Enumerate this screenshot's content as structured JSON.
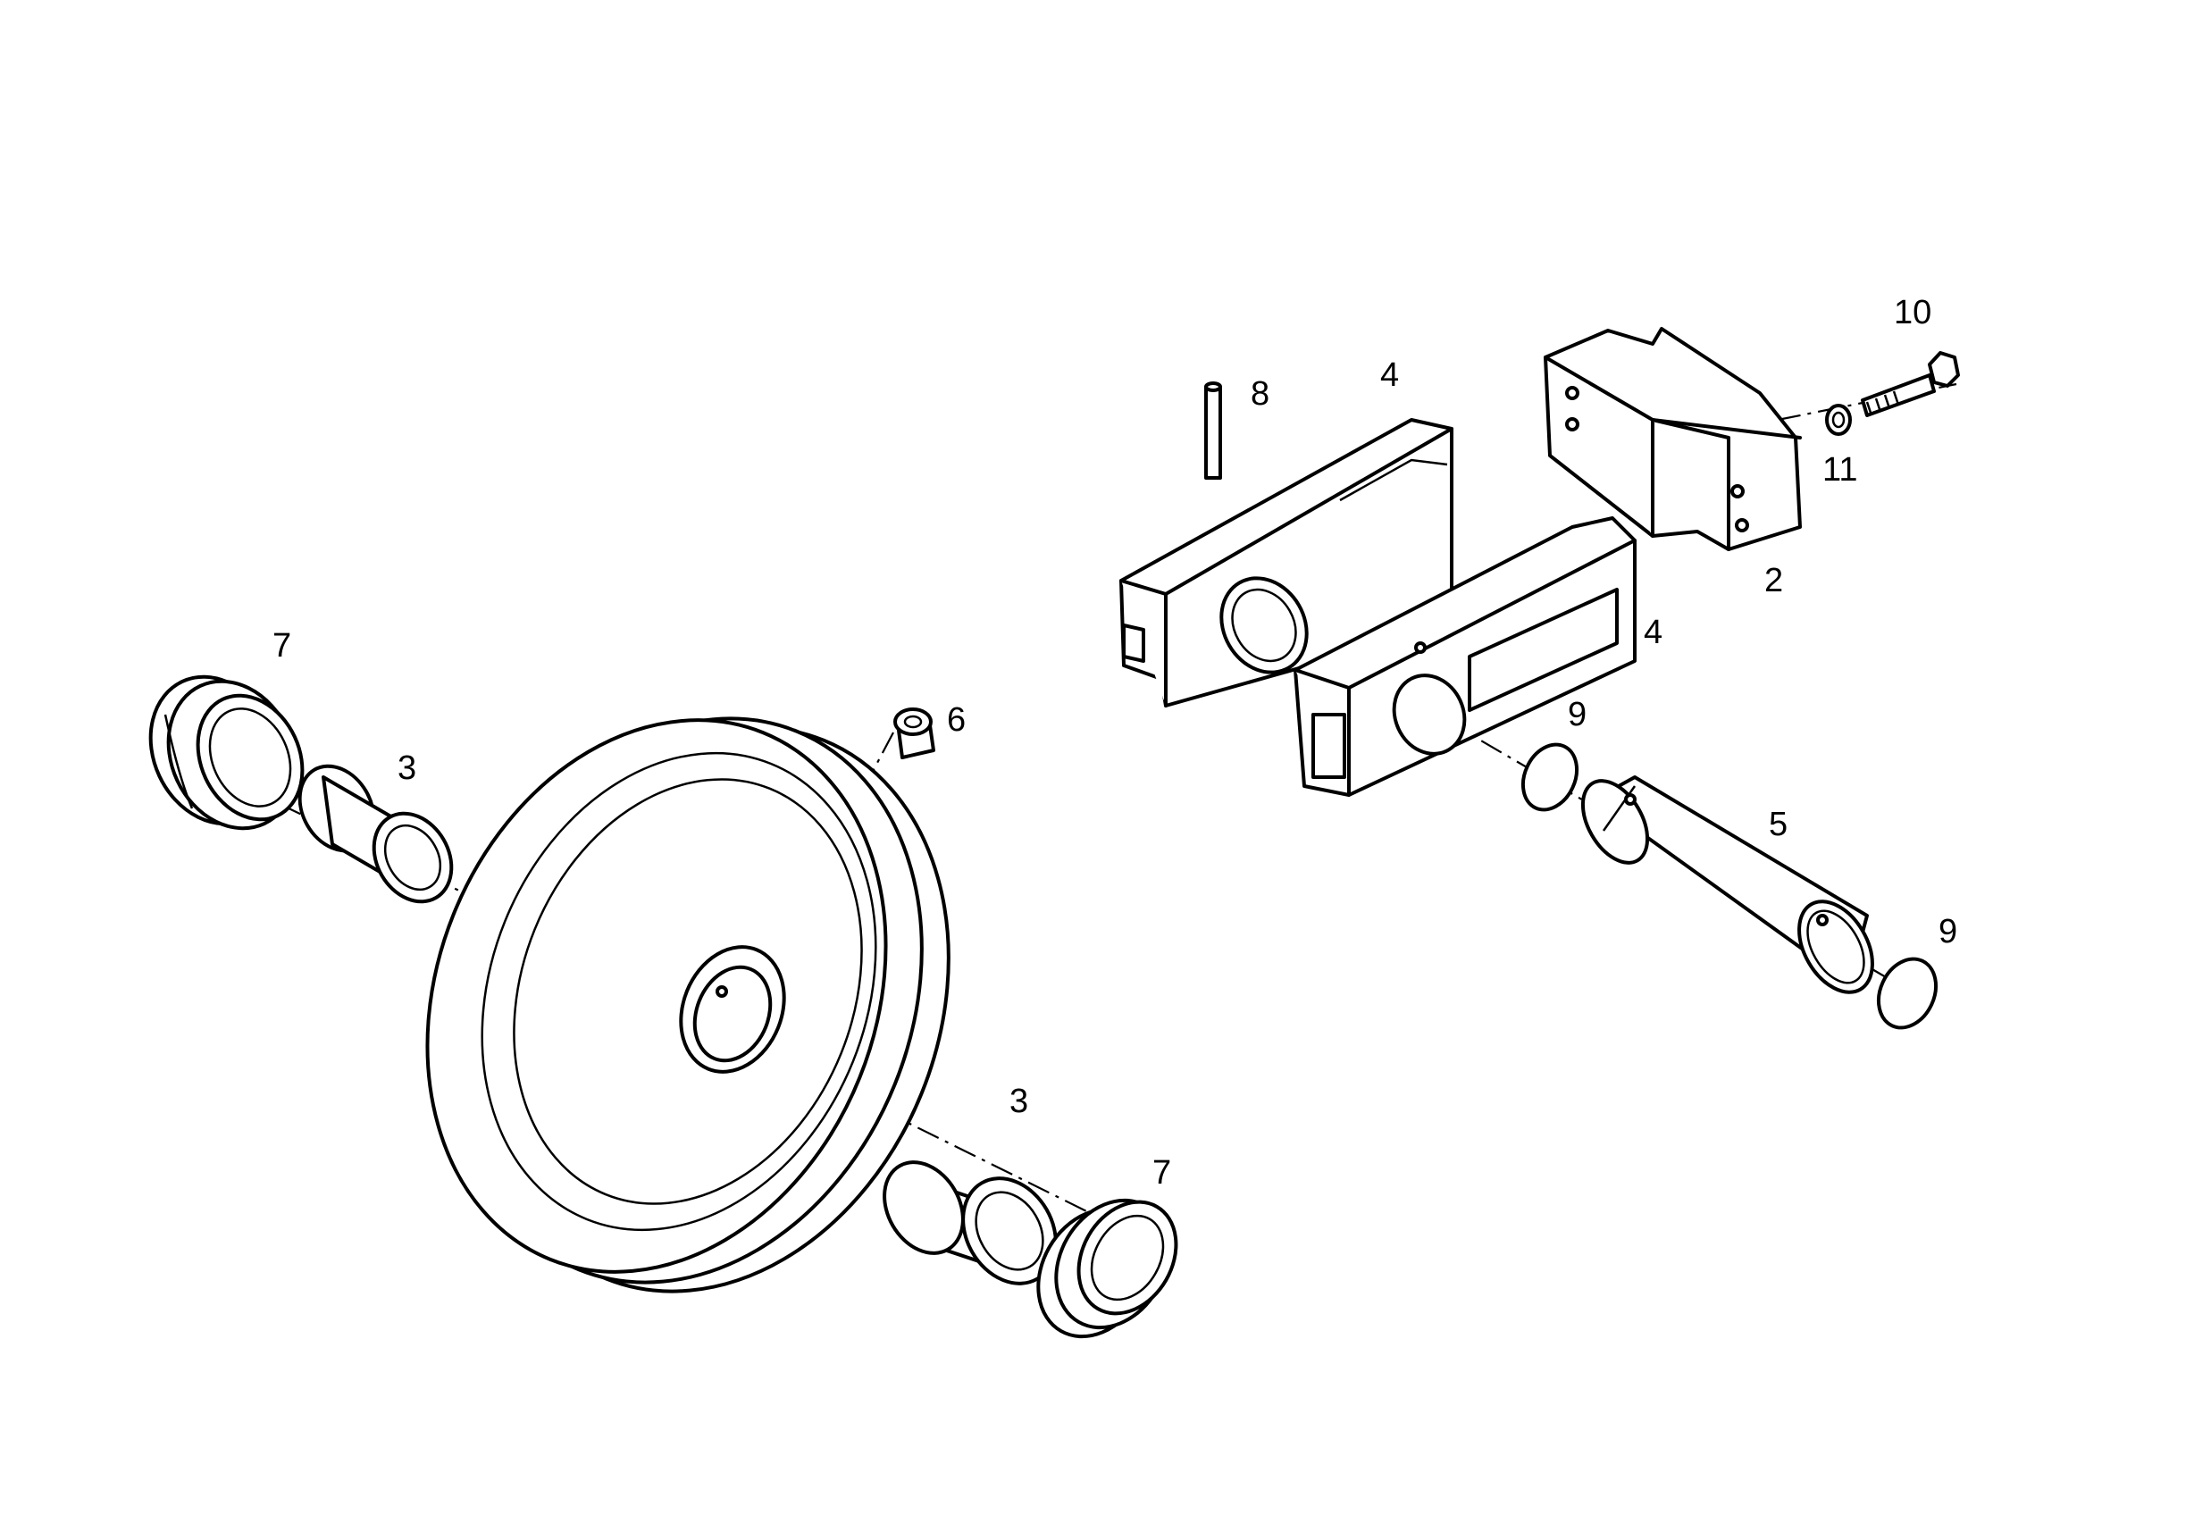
{
  "callouts": {
    "2": "2",
    "3_upper": "3",
    "3_lower": "3",
    "4_upper": "4",
    "4_lower": "4",
    "5": "5",
    "6": "6",
    "7_upper": "7",
    "7_lower": "7",
    "8": "8",
    "9_upper": "9",
    "9_lower": "9",
    "10": "10",
    "11": "11"
  },
  "colors": {
    "line": "#000000",
    "background": "#ffffff"
  }
}
